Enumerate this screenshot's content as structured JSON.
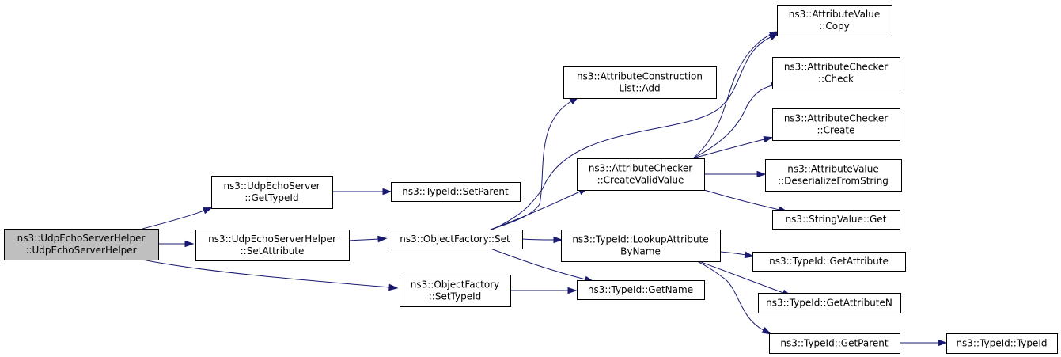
{
  "diagram": {
    "nodes": [
      {
        "id": "root",
        "lines": [
          "ns3::UdpEchoServerHelper",
          "::UdpEchoServerHelper"
        ],
        "highlighted": true
      },
      {
        "id": "getTypeId",
        "lines": [
          "ns3::UdpEchoServer",
          "::GetTypeId"
        ]
      },
      {
        "id": "setAttribute",
        "lines": [
          "ns3::UdpEchoServerHelper",
          "::SetAttribute"
        ]
      },
      {
        "id": "setParent",
        "lines": [
          "ns3::TypeId::SetParent"
        ]
      },
      {
        "id": "ofSet",
        "lines": [
          "ns3::ObjectFactory::Set"
        ]
      },
      {
        "id": "ofSetTypeId",
        "lines": [
          "ns3::ObjectFactory",
          "::SetTypeId"
        ]
      },
      {
        "id": "aclAdd",
        "lines": [
          "ns3::AttributeConstruction",
          "List::Add"
        ]
      },
      {
        "id": "createValid",
        "lines": [
          "ns3::AttributeChecker",
          "::CreateValidValue"
        ]
      },
      {
        "id": "lookupAttr",
        "lines": [
          "ns3::TypeId::LookupAttribute",
          "ByName"
        ]
      },
      {
        "id": "getName",
        "lines": [
          "ns3::TypeId::GetName"
        ]
      },
      {
        "id": "avCopy",
        "lines": [
          "ns3::AttributeValue",
          "::Copy"
        ]
      },
      {
        "id": "acCheck",
        "lines": [
          "ns3::AttributeChecker",
          "::Check"
        ]
      },
      {
        "id": "acCreate",
        "lines": [
          "ns3::AttributeChecker",
          "::Create"
        ]
      },
      {
        "id": "avDeser",
        "lines": [
          "ns3::AttributeValue",
          "::DeserializeFromString"
        ]
      },
      {
        "id": "svGet",
        "lines": [
          "ns3::StringValue::Get"
        ]
      },
      {
        "id": "getAttribute",
        "lines": [
          "ns3::TypeId::GetAttribute"
        ]
      },
      {
        "id": "getAttributeN",
        "lines": [
          "ns3::TypeId::GetAttributeN"
        ]
      },
      {
        "id": "getParent",
        "lines": [
          "ns3::TypeId::GetParent"
        ]
      },
      {
        "id": "typeIdCtor",
        "lines": [
          "ns3::TypeId::TypeId"
        ]
      }
    ],
    "edges": [
      {
        "from": "root",
        "to": "getTypeId"
      },
      {
        "from": "root",
        "to": "setAttribute"
      },
      {
        "from": "root",
        "to": "ofSetTypeId"
      },
      {
        "from": "getTypeId",
        "to": "setParent"
      },
      {
        "from": "setAttribute",
        "to": "ofSet"
      },
      {
        "from": "ofSet",
        "to": "aclAdd"
      },
      {
        "from": "ofSet",
        "to": "avCopy"
      },
      {
        "from": "ofSet",
        "to": "createValid"
      },
      {
        "from": "ofSet",
        "to": "lookupAttr"
      },
      {
        "from": "ofSet",
        "to": "getName"
      },
      {
        "from": "ofSetTypeId",
        "to": "getName"
      },
      {
        "from": "createValid",
        "to": "avCopy"
      },
      {
        "from": "createValid",
        "to": "acCheck"
      },
      {
        "from": "createValid",
        "to": "acCreate"
      },
      {
        "from": "createValid",
        "to": "avDeser"
      },
      {
        "from": "createValid",
        "to": "svGet"
      },
      {
        "from": "lookupAttr",
        "to": "getAttribute"
      },
      {
        "from": "lookupAttr",
        "to": "getAttributeN"
      },
      {
        "from": "lookupAttr",
        "to": "getParent"
      },
      {
        "from": "getParent",
        "to": "typeIdCtor"
      }
    ],
    "colors": {
      "edge": "#191970",
      "node_fill": "#ffffff",
      "highlight_fill": "#bfbfbf",
      "node_border": "#000000"
    }
  }
}
